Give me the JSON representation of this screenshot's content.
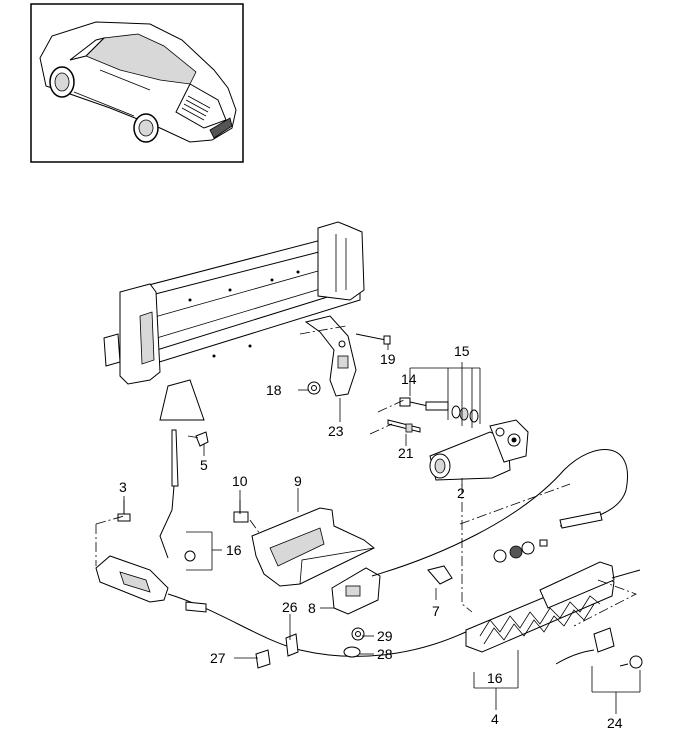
{
  "callouts": {
    "c2": "2",
    "c3": "3",
    "c4": "4",
    "c5": "5",
    "c7": "7",
    "c8": "8",
    "c9": "9",
    "c10": "10",
    "c14": "14",
    "c15": "15",
    "c16a": "16",
    "c16b": "16",
    "c18": "18",
    "c19": "19",
    "c21": "21",
    "c23": "23",
    "c24": "24",
    "c26": "26",
    "c27": "27",
    "c28": "28",
    "c29": "29"
  }
}
